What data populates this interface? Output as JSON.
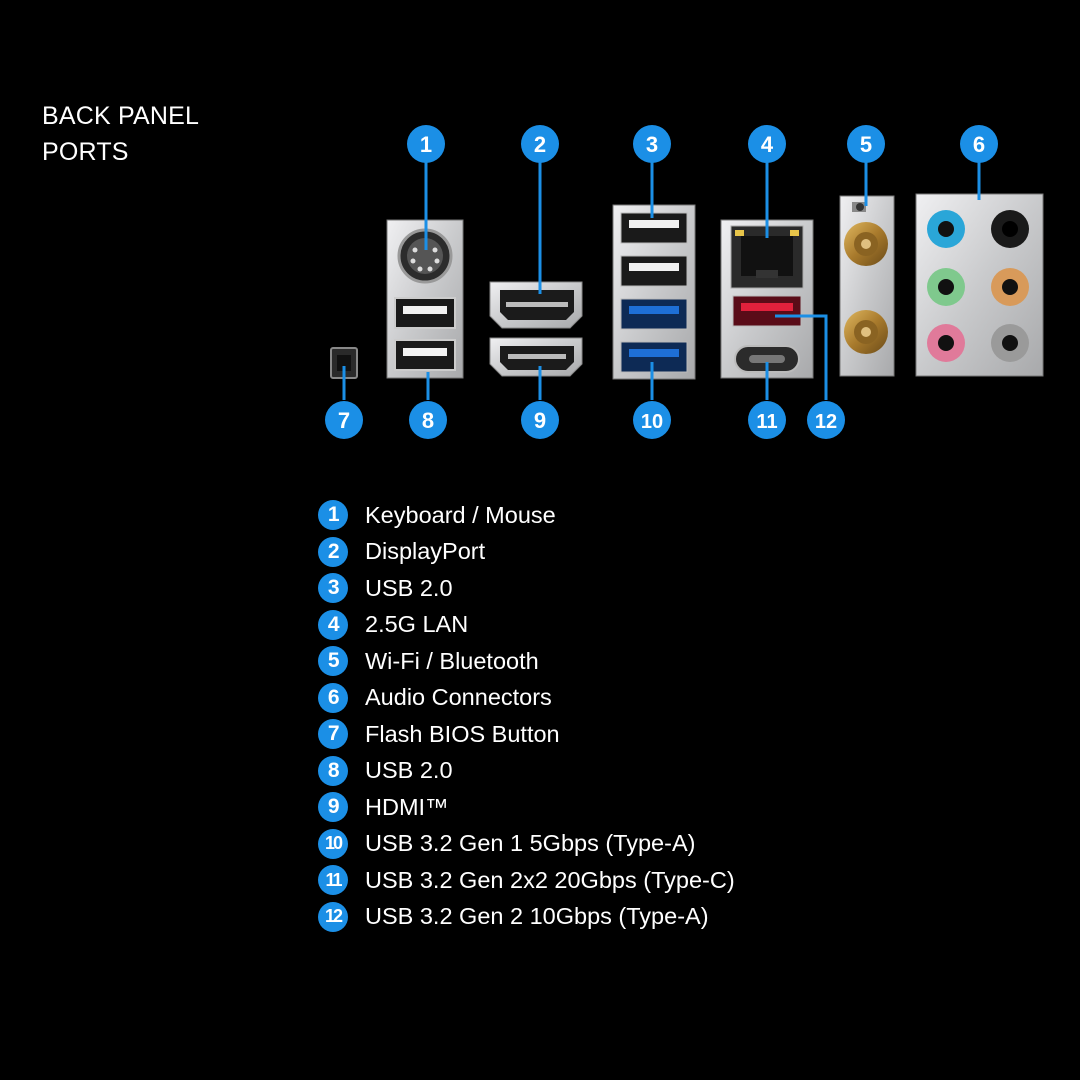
{
  "title_lines": [
    "BACK PANEL",
    "PORTS"
  ],
  "colors": {
    "background": "#000000",
    "accent_blue": "#1b8fe6",
    "panel_silver": "#d9dadc",
    "usb3_blue": "#1e6fd6",
    "usb_red": "#e0213c",
    "antenna_gold": "#b0873a",
    "audio_blue": "#2aa6d8",
    "audio_black": "#111111",
    "audio_green": "#7fc98d",
    "audio_orange": "#d89a5a",
    "audio_pink": "#e07a9a",
    "audio_gray": "#9a9a9a"
  },
  "badges": [
    "1",
    "2",
    "3",
    "4",
    "5",
    "6",
    "7",
    "8",
    "9",
    "10",
    "11",
    "12"
  ],
  "legend": [
    {
      "num": "1",
      "label": "Keyboard / Mouse"
    },
    {
      "num": "2",
      "label": "DisplayPort"
    },
    {
      "num": "3",
      "label": "USB 2.0"
    },
    {
      "num": "4",
      "label": "2.5G LAN"
    },
    {
      "num": "5",
      "label": "Wi-Fi / Bluetooth"
    },
    {
      "num": "6",
      "label": "Audio Connectors"
    },
    {
      "num": "7",
      "label": "Flash BIOS Button"
    },
    {
      "num": "8",
      "label": "USB 2.0"
    },
    {
      "num": "9",
      "label": "HDMI™"
    },
    {
      "num": "10",
      "label": "USB 3.2 Gen 1 5Gbps (Type-A)"
    },
    {
      "num": "11",
      "label": "USB 3.2 Gen 2x2 20Gbps (Type-C)"
    },
    {
      "num": "12",
      "label": "USB 3.2 Gen 2 10Gbps (Type-A)"
    }
  ]
}
